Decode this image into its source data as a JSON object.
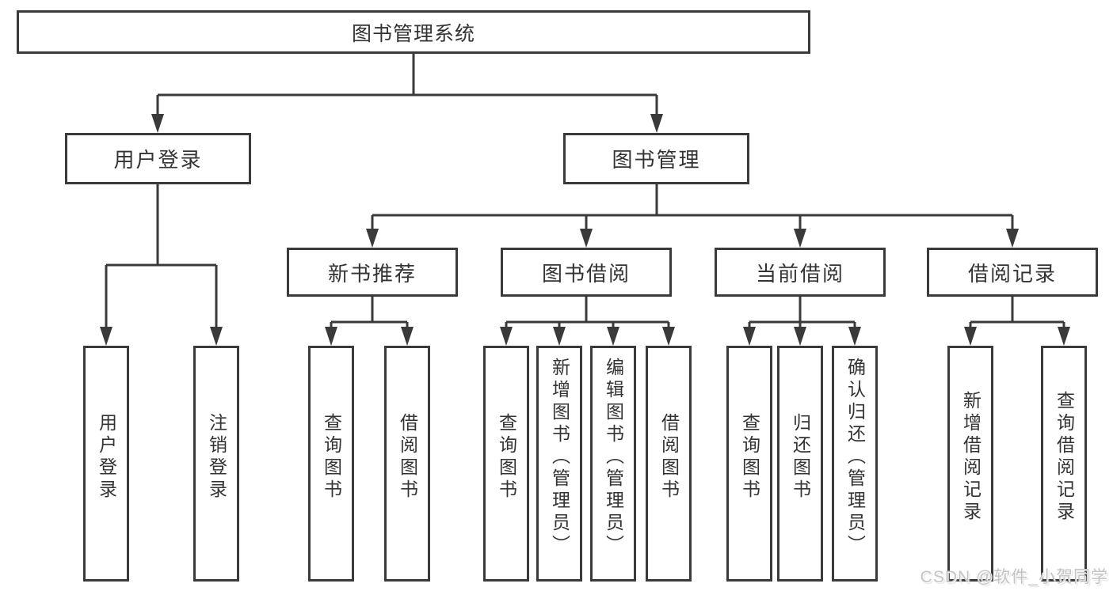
{
  "diagram": {
    "root": {
      "label": "图书管理系统"
    },
    "level2": {
      "user_login": {
        "label": "用户登录"
      },
      "book_mgmt": {
        "label": "图书管理"
      }
    },
    "level3": {
      "new_books": {
        "label": "新书推荐"
      },
      "borrowing": {
        "label": "图书借阅"
      },
      "current": {
        "label": "当前借阅"
      },
      "records": {
        "label": "借阅记录"
      }
    },
    "leaves": {
      "user_login": [
        "用户登录",
        "注销登录"
      ],
      "new_books": [
        "查询图书",
        "借阅图书"
      ],
      "borrowing": [
        "查询图书",
        "新增图书（管理员）",
        "编辑图书（管理员）",
        "借阅图书"
      ],
      "current": [
        "查询图书",
        "归还图书",
        "确认归还（管理员）"
      ],
      "records": [
        "新增借阅记录",
        "查询借阅记录"
      ]
    }
  },
  "watermark": {
    "text": "CSDN @软件_小贺同学"
  },
  "colors": {
    "line": "#3a3a3a",
    "text": "#333333",
    "background": "#ffffff",
    "watermark": "#c4c4c4"
  }
}
